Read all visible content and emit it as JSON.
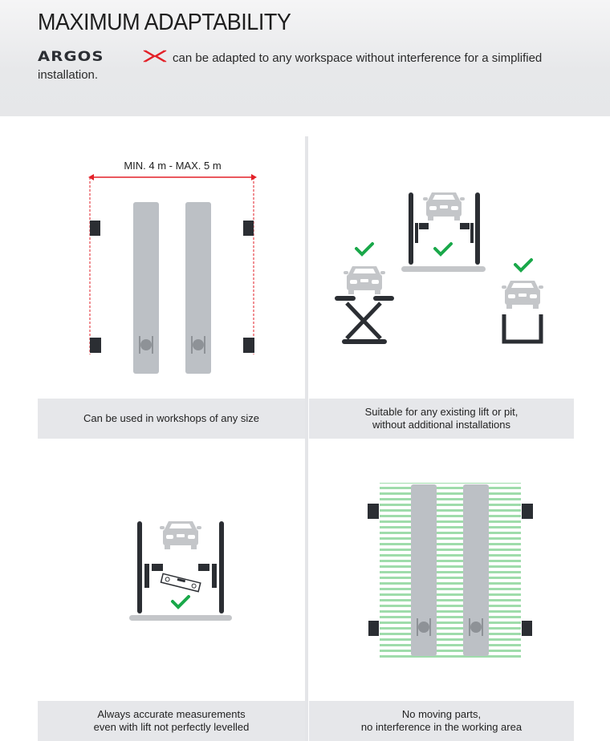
{
  "header": {
    "title": "MAXIMUM ADAPTABILITY",
    "brand": {
      "text": "ARGOS",
      "mark": "X",
      "brand_color": "#2b2e33",
      "mark_color": "#e32028"
    },
    "intro_text": "can be adapted to any workspace without interference for a simplified installation."
  },
  "panels": [
    {
      "id": "workshop-size",
      "dimension_label": "MIN. 4 m - MAX. 5 m",
      "caption": "Can be used in workshops of any size"
    },
    {
      "id": "any-lift",
      "caption": "Suitable for any existing lift or pit,\nwithout additional installations",
      "icons": [
        "scissor-lift",
        "two-post-lift",
        "pit"
      ]
    },
    {
      "id": "accurate",
      "caption": "Always accurate measurements\neven with lift not perfectly levelled"
    },
    {
      "id": "no-moving-parts",
      "caption": "No moving parts,\nno interference in the working area"
    }
  ],
  "colors": {
    "dark": "#2b2e33",
    "runway": "#bcc0c5",
    "car": "#c4c6c9",
    "check": "#1aa84a",
    "dimension": "#e32028",
    "hatch": "#9fdcab",
    "caption_bg": "#e6e7ea"
  }
}
